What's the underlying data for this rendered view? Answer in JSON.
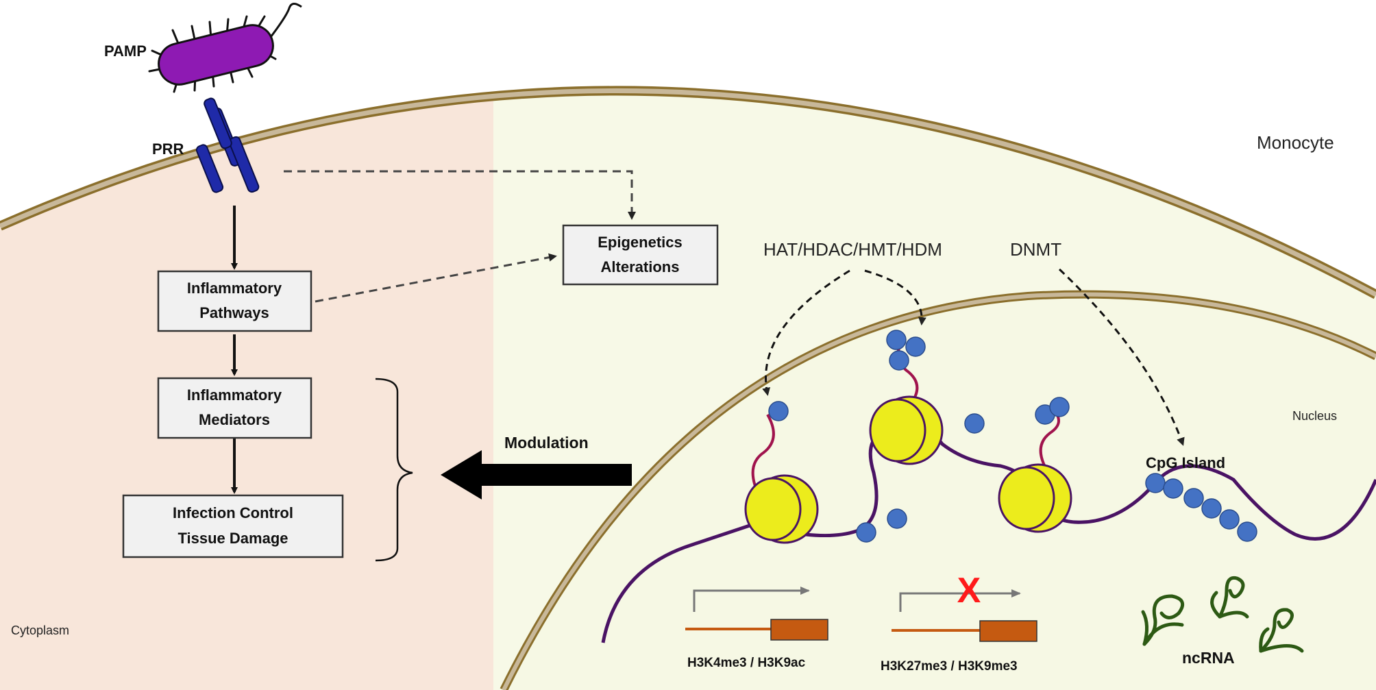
{
  "labels": {
    "pamp": "PAMP",
    "prr": "PRR",
    "monocyte": "Monocyte",
    "nucleus": "Nucleus",
    "cytoplasm": "Cytoplasm",
    "modulation": "Modulation",
    "enzymes_histone": "HAT/HDAC/HMT/HDM",
    "enzyme_dnmt": "DNMT",
    "cpg_island": "CpG Island",
    "gene_active": "H3K4me3 / H3K9ac",
    "gene_repressed": "H3K27me3 / H3K9me3",
    "ncrna": "ncRNA",
    "repression_mark": "X"
  },
  "boxes": {
    "epigenetics": {
      "line1": "Epigenetics",
      "line2": "Alterations"
    },
    "pathways": {
      "line1": "Inflammatory",
      "line2": "Pathways"
    },
    "mediators": {
      "line1": "Inflammatory",
      "line2": "Mediators"
    },
    "outcome": {
      "line1": "Infection Control",
      "line2": "Tissue Damage"
    }
  },
  "colors": {
    "cytoplasm_left": "#f8e6da",
    "cell_interior": "#f7f9e7",
    "membrane": "#8b6f2c",
    "membrane_inner": "#c8b89a",
    "bacterium": "#8e1ab3",
    "receptor": "#1f2aa8",
    "nucleosome": "#ecec1c",
    "dna": "#4a1364",
    "histone_tail": "#a0144d",
    "methyl_dot": "#4472c4",
    "gene_body": "#c55a11",
    "repress_x": "#ff1a1a",
    "ncrna": "#2d5a14"
  }
}
